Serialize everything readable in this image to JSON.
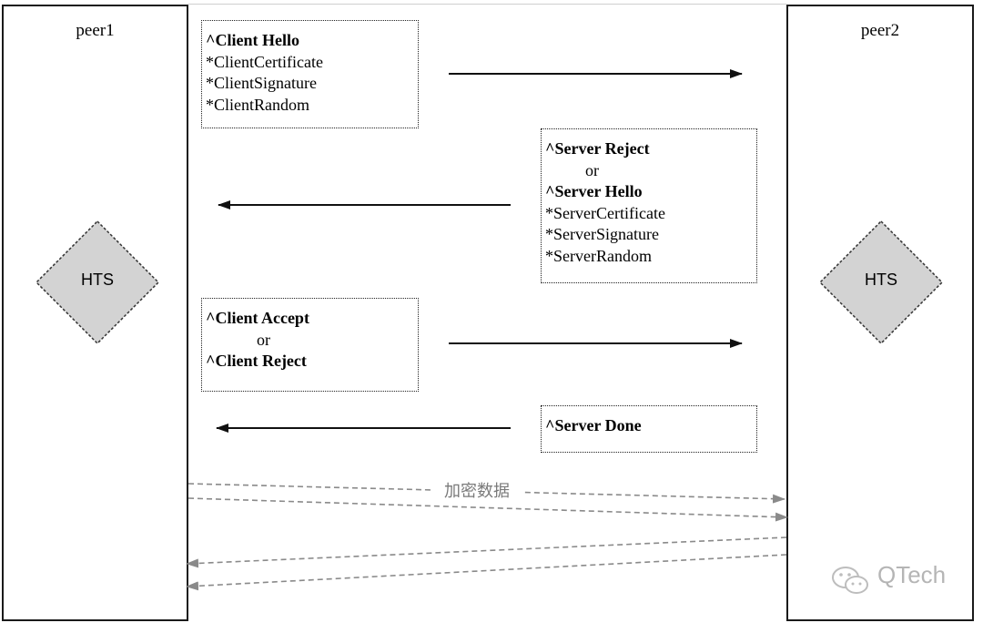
{
  "peer_left": {
    "title": "peer1",
    "hts_label": "HTS"
  },
  "peer_right": {
    "title": "peer2",
    "hts_label": "HTS"
  },
  "messages": {
    "client_hello": {
      "title": "^Client Hello",
      "items": [
        "*ClientCertificate",
        "*ClientSignature",
        "*ClientRandom"
      ]
    },
    "server_reply": {
      "option1": "^Server Reject",
      "or": "or",
      "option2": "^Server Hello",
      "items": [
        "*ServerCertificate",
        "*ServerSignature",
        "*ServerRandom"
      ]
    },
    "client_reply": {
      "option1": "^Client Accept",
      "or": "or",
      "option2": "^Client Reject"
    },
    "server_done": {
      "title": "^Server Done"
    }
  },
  "encrypted_label": "加密数据",
  "watermark": {
    "text": "QTech",
    "icon": "wechat-icon"
  },
  "colors": {
    "stroke": "#111111",
    "dashed": "#8a8a8a",
    "diamond_fill": "#d3d3d3"
  }
}
